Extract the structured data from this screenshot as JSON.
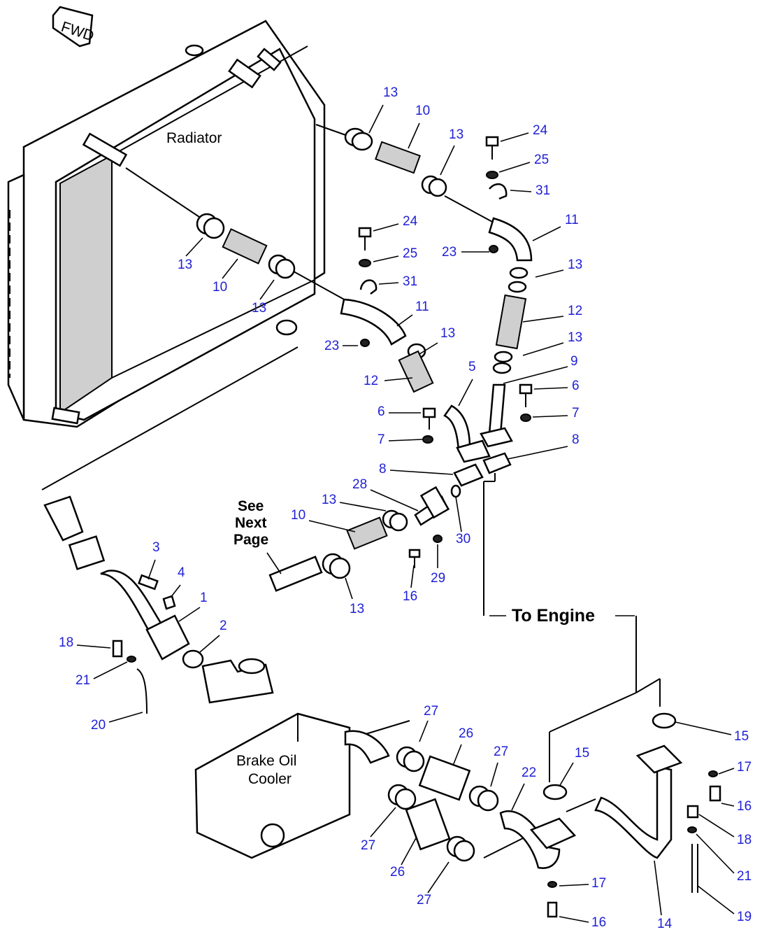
{
  "labels": {
    "fwd": "FWD",
    "radiator": "Radiator",
    "see_next_page": [
      "See",
      "Next",
      "Page"
    ],
    "to_engine": "To Engine",
    "brake_oil_cooler": [
      "Brake Oil",
      "Cooler"
    ]
  },
  "callouts": [
    "1",
    "2",
    "3",
    "4",
    "5",
    "6",
    "7",
    "8",
    "9",
    "10",
    "11",
    "12",
    "13",
    "14",
    "15",
    "16",
    "17",
    "18",
    "19",
    "20",
    "21",
    "22",
    "23",
    "24",
    "25",
    "26",
    "27",
    "28",
    "29",
    "30",
    "31"
  ],
  "colors": {
    "callout": "#1f1fd6",
    "line": "#000000",
    "background": "#ffffff"
  }
}
